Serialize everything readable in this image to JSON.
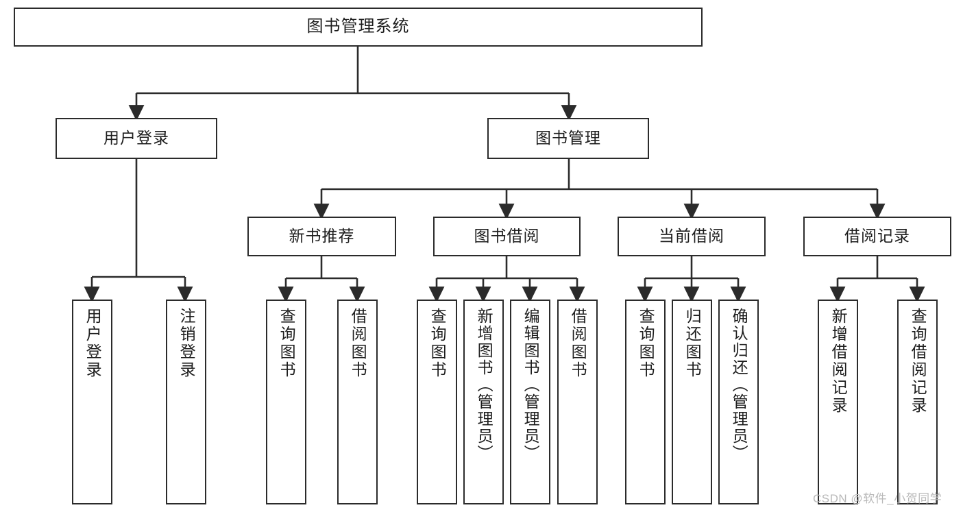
{
  "diagram": {
    "type": "tree",
    "title": "图书管理系统",
    "orientation": "top-down",
    "line_color": "#2b2b2b",
    "box_fill": "#ffffff",
    "text_color": "#1d1d1d",
    "root": {
      "label": "图书管理系统"
    },
    "level2": [
      {
        "label": "用户登录"
      },
      {
        "label": "图书管理"
      }
    ],
    "level3": [
      {
        "label": "新书推荐"
      },
      {
        "label": "图书借阅"
      },
      {
        "label": "当前借阅"
      },
      {
        "label": "借阅记录"
      }
    ],
    "leaves": {
      "user_login": [
        {
          "label": "用户登录"
        },
        {
          "label": "注销登录"
        }
      ],
      "new_book_recommend": [
        {
          "label": "查询图书"
        },
        {
          "label": "借阅图书"
        }
      ],
      "book_borrow": [
        {
          "label": "查询图书"
        },
        {
          "label": "新增图书（管理员）"
        },
        {
          "label": "编辑图书（管理员）"
        },
        {
          "label": "借阅图书"
        }
      ],
      "current_borrow": [
        {
          "label": "查询图书"
        },
        {
          "label": "归还图书"
        },
        {
          "label": "确认归还（管理员）"
        }
      ],
      "borrow_records": [
        {
          "label": "新增借阅记录"
        },
        {
          "label": "查询借阅记录"
        }
      ]
    }
  },
  "watermark": {
    "text": "CSDN @软件_小贺同学"
  }
}
